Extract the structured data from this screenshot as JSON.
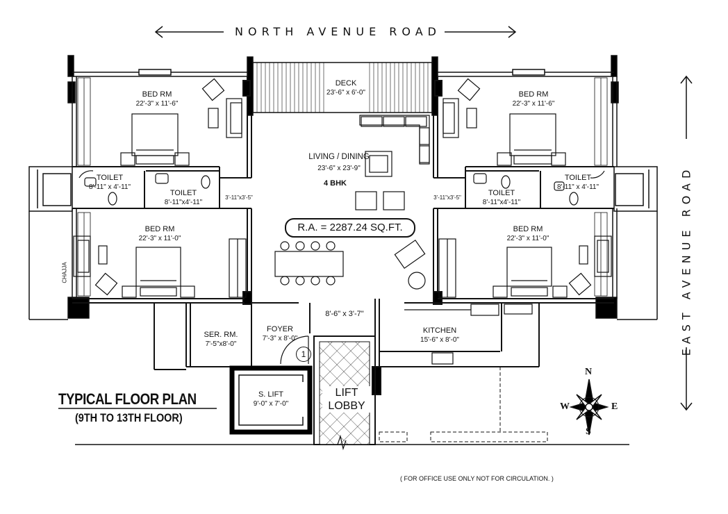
{
  "roads": {
    "north": "NORTH AVENUE ROAD",
    "east": "EAST AVENUE ROAD"
  },
  "rooms": {
    "deck": {
      "name": "DECK",
      "dim": "23'-6\" x 6'-0\""
    },
    "bed_top_left": {
      "name": "BED RM",
      "dim": "22'-3\" x 11'-6\""
    },
    "bed_top_right": {
      "name": "BED RM",
      "dim": "22'-3\" x 11'-6\""
    },
    "living": {
      "name": "LIVING / DINING",
      "dim": "23'-6\" x 23'-9\"",
      "type": "4 BHK"
    },
    "toilet_left_outer": {
      "name": "TOILET",
      "dim": "8'-11\" x 4'-11\""
    },
    "toilet_left_inner": {
      "name": "TOILET",
      "dim": "8'-11\"x4'-11\""
    },
    "toilet_right_inner": {
      "name": "TOILET",
      "dim": "8'-11\"x4'-11\""
    },
    "toilet_right_outer": {
      "name": "TOILET",
      "dim": "8'-11\" x 4'-11\""
    },
    "passage_left": {
      "dim": "3'-11\"x3'-5\""
    },
    "passage_right": {
      "dim": "3'-11\"x3'-5\""
    },
    "bed_bottom_left": {
      "name": "BED RM",
      "dim": "22'-3\" x 11'-0\""
    },
    "bed_bottom_right": {
      "name": "BED RM",
      "dim": "22'-3\" x 11'-0\""
    },
    "foyer_passage": {
      "dim": "8'-6\" x 3'-7\""
    },
    "servant": {
      "name": "SER. RM.",
      "dim": "7'-5\"x8'-0\""
    },
    "foyer": {
      "name": "FOYER",
      "dim": "7'-3\" x 8'-0\""
    },
    "kitchen": {
      "name": "KITCHEN",
      "dim": "15'-6\" x 8'-0\""
    },
    "service_lift": {
      "name": "S. LIFT",
      "dim": "9'-0\" x 7'-0\""
    },
    "lift_lobby": {
      "line1": "LIFT",
      "line2": "LOBBY"
    }
  },
  "area": "R.A. = 2287.24 SQ.FT.",
  "chajja": "CHAJJA",
  "entry_marker": "1",
  "title": "TYPICAL FLOOR PLAN",
  "subtitle": "(9TH TO 13TH FLOOR)",
  "compass": {
    "n": "N",
    "s": "S",
    "e": "E",
    "w": "W"
  },
  "note": "( FOR OFFICE USE ONLY NOT FOR CIRCULATION. )",
  "colors": {
    "ink": "#111111",
    "wall": "#000000",
    "paper": "#ffffff"
  }
}
